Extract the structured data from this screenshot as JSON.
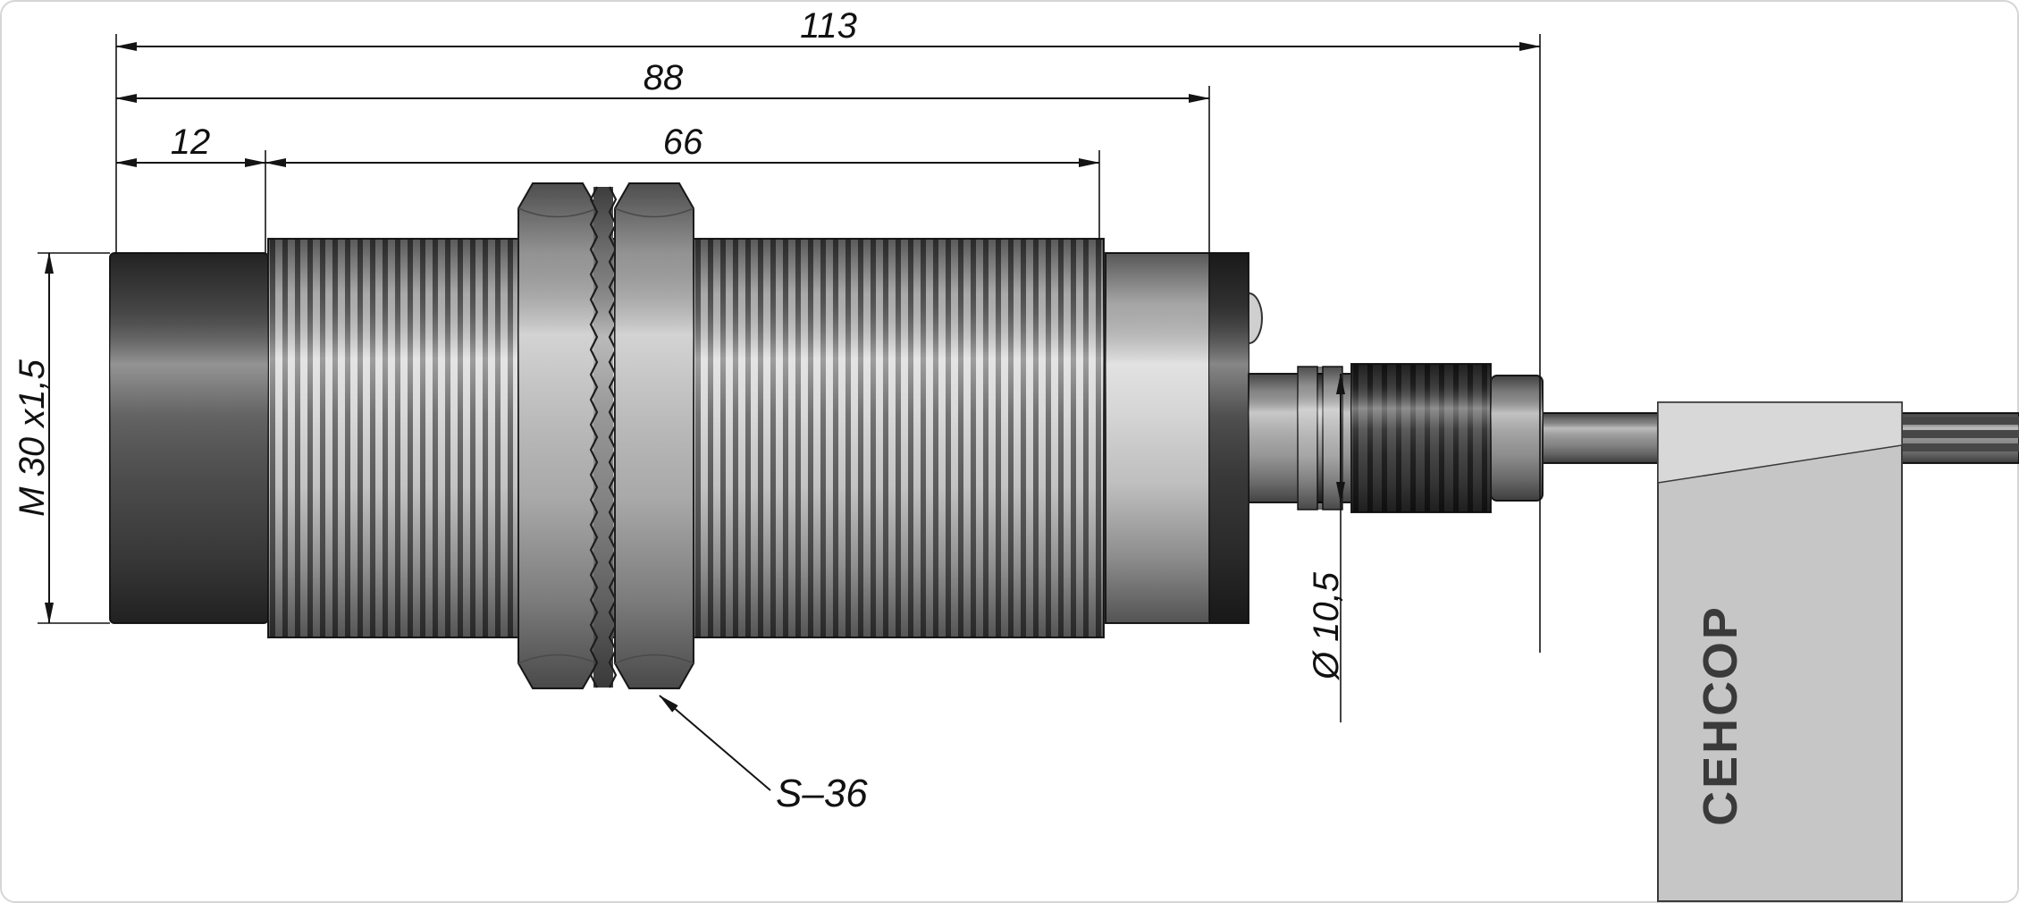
{
  "drawing": {
    "dimensions": {
      "overall_length": "113",
      "housing_length": "88",
      "thread_length": "66",
      "head_length": "12",
      "thread_spec": "M 30 x1,5",
      "nut_size": "S–36",
      "connector_diameter": "Ø 10,5"
    },
    "labels": {
      "brand": "СЕНСОР"
    },
    "colors": {
      "line": "#141414",
      "metal_light": "#d0d0d0",
      "metal_dark": "#3c3c3c",
      "flag": "#c6c6c6"
    }
  }
}
